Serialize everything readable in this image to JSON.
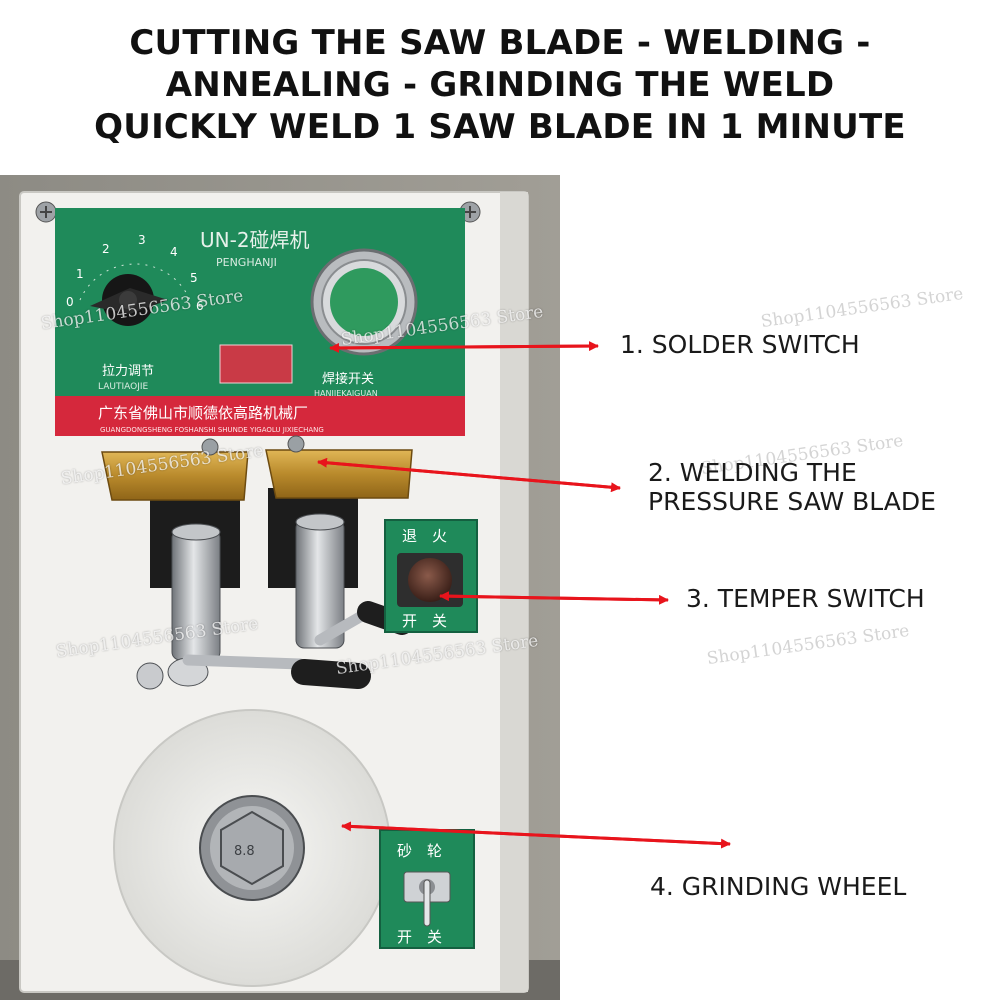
{
  "headline": {
    "line1": "CUTTING THE SAW BLADE - WELDING -",
    "line2": "ANNEALING - GRINDING THE WELD",
    "line3": "QUICKLY WELD 1 SAW BLADE IN 1 MINUTE"
  },
  "machine": {
    "model": "UN-2碰焊机",
    "pinyin": "PENGHANJI",
    "tension_label": "拉力调节",
    "tension_pinyin": "LAUTIAOJIE",
    "dial_numbers": [
      "0",
      "1",
      "2",
      "3",
      "4",
      "5",
      "6"
    ],
    "weld_switch_label": "焊接开关",
    "weld_switch_pinyin": "HANJIEKAIGUAN",
    "maker": "广东省佛山市顺德依高路机械厂",
    "maker_pinyin": "GUANGDONGSHENG FOSHANSHI SHUNDE YIGAOLU JIXIECHANG",
    "anneal_top": "退　火",
    "anneal_bottom": "开　关",
    "grind_top": "砂　轮",
    "grind_bottom": "开　关",
    "bolt_mark": "8.8"
  },
  "callouts": {
    "c1": "1. SOLDER SWITCH",
    "c2_line1": "2. WELDING THE",
    "c2_line2": "PRESSURE SAW BLADE",
    "c3": "3. TEMPER SWITCH",
    "c4": "4. GRINDING WHEEL"
  },
  "watermark": "Shop1104556563 Store",
  "colors": {
    "arrow": "#e8141c",
    "panel_green": "#1f8a5a",
    "label_red": "#d5283c",
    "brass": "#c79a3a"
  }
}
